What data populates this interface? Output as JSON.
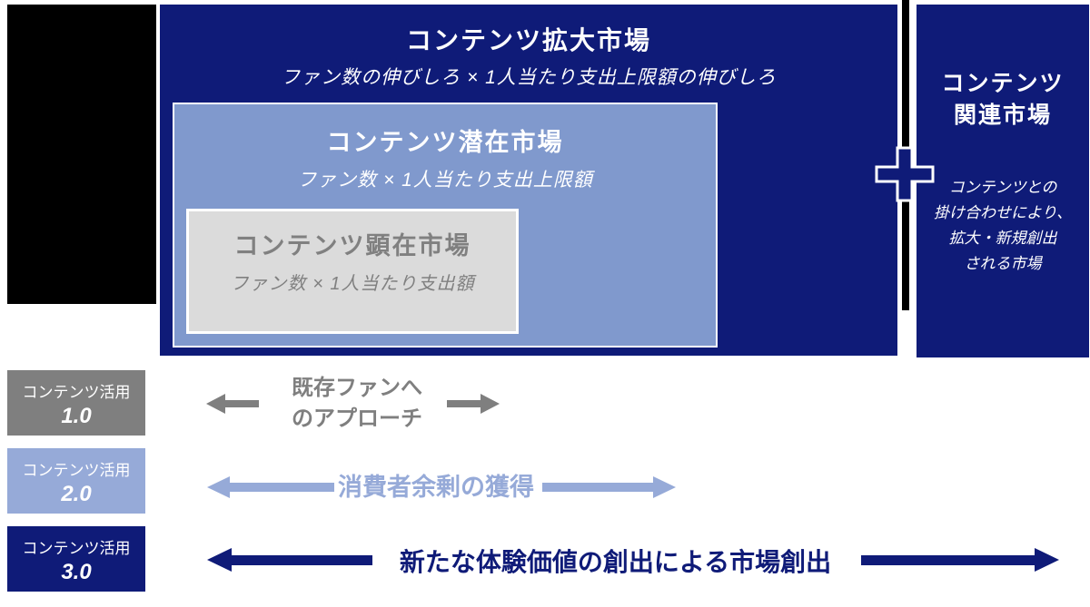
{
  "colors": {
    "navy": "#0F1B78",
    "mid_blue": "#8099CD",
    "light_blue": "#96AAD8",
    "gray_box_fill": "#DBDBDB",
    "gray": "#7F7F7F",
    "gray_text": "#808080",
    "black": "#000000",
    "white": "#FFFFFF"
  },
  "diagram": {
    "expansion_market": {
      "title": "コンテンツ拡大市場",
      "subtitle": "ファン数の伸びしろ × 1人当たり支出上限額の伸びしろ"
    },
    "potential_market": {
      "title": "コンテンツ潜在市場",
      "subtitle": "ファン数 × 1人当たり支出上限額"
    },
    "actual_market": {
      "title": "コンテンツ顕在市場",
      "subtitle": "ファン数 × 1人当たり支出額"
    },
    "related_market": {
      "title_line1": "コンテンツ",
      "title_line2": "関連市場",
      "body_lines": {
        "0": "コンテンツとの",
        "1": "掛け合わせにより、",
        "2": "拡大・新規創出",
        "3": "される市場"
      }
    }
  },
  "levels": [
    {
      "label": "コンテンツ活用",
      "version": "1.0",
      "arrow_text_line1": "既存ファンへ",
      "arrow_text_line2": "のアプローチ"
    },
    {
      "label": "コンテンツ活用",
      "version": "2.0",
      "arrow_text": "消費者余剰の獲得"
    },
    {
      "label": "コンテンツ活用",
      "version": "3.0",
      "arrow_text": "新たな体験価値の創出による市場創出"
    }
  ]
}
